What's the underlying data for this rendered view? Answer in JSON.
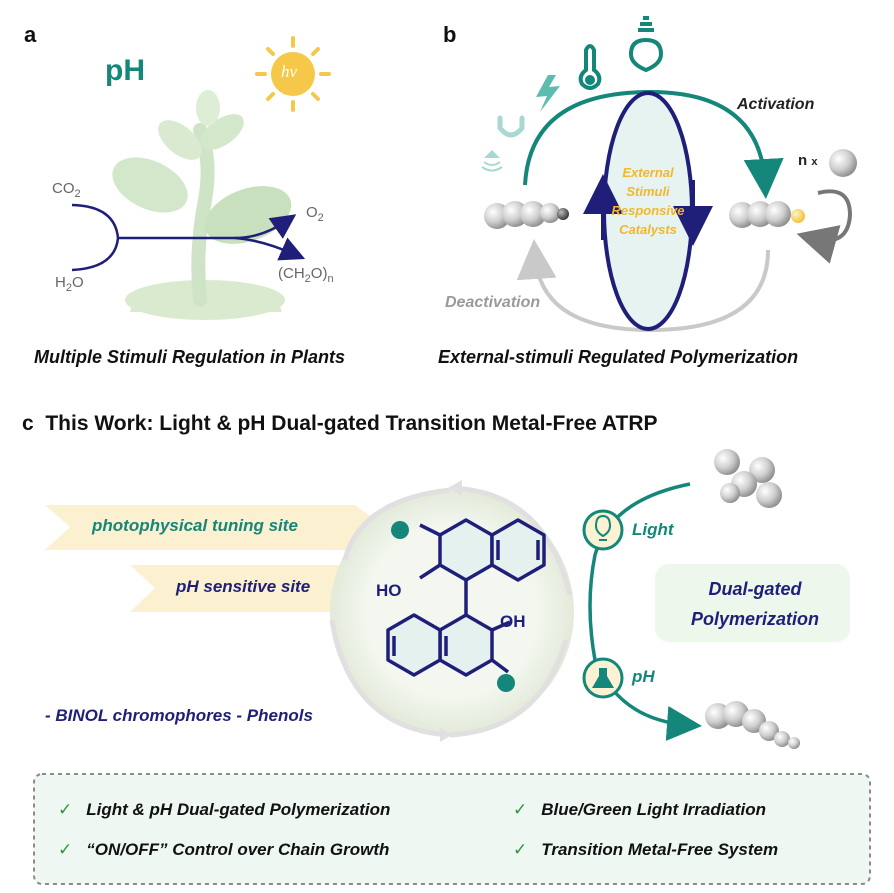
{
  "panel_a": {
    "letter": "a",
    "ph_label": "pH",
    "hv_label": "hv",
    "co2": "CO",
    "co2_sub": "2",
    "h2o_pre": "H",
    "h2o_sub": "2",
    "h2o_post": "O",
    "o2": "O",
    "o2_sub": "2",
    "ch2o_a": "(CH",
    "ch2o_sub1": "2",
    "ch2o_b": "O)",
    "ch2o_sub2": "n",
    "caption": "Multiple Stimuli Regulation in Plants"
  },
  "panel_b": {
    "letter": "b",
    "activation": "Activation",
    "deactivation": "Deactivation",
    "catalyst_lines": [
      "External",
      "Stimuli",
      "Responsive",
      "Catalysts"
    ],
    "nx": "n",
    "nx_small": "x",
    "caption": "External-stimuli Regulated Polymerization"
  },
  "panel_c": {
    "letter": "c",
    "title": "This Work: Light & pH Dual-gated Transition Metal-Free ATRP",
    "arrow1": "photophysical tuning site",
    "arrow2": "pH sensitive site",
    "ho_label": "HO",
    "oh_label": "OH",
    "chromophores": "- BINOL chromophores - Phenols",
    "light_label": "Light",
    "ph_label": "pH",
    "dual_line1": "Dual-gated",
    "dual_line2": "Polymerization"
  },
  "features": {
    "check": "✓",
    "items": [
      "Light & pH Dual-gated Polymerization",
      "Blue/Green Light Irradiation",
      "“ON/OFF” Control over Chain Growth",
      "Transition Metal-Free System"
    ]
  },
  "colors": {
    "teal": "#14877a",
    "navy": "#1f1f7a",
    "gold": "#f3c23a",
    "leaf": "#cfe4c6",
    "gray_arrow": "#c9c9c9"
  }
}
